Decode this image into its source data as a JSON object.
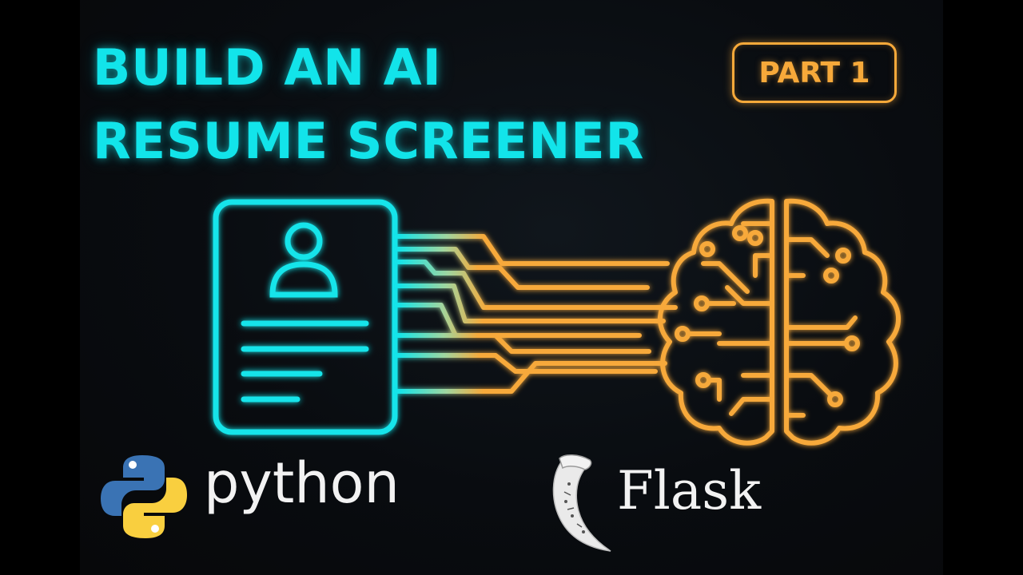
{
  "title": {
    "line1": "BUILD AN AI",
    "line2": "RESUME SCREENER"
  },
  "badge": {
    "label": "PART 1"
  },
  "logos": {
    "python_label": "python",
    "flask_label": "Flask"
  },
  "colors": {
    "accent_cyan": "#12e4ea",
    "accent_orange": "#f7a93a",
    "background": "#07080a",
    "text_white": "#f2f2f2",
    "python_blue": "#3a73b4",
    "python_yellow": "#f9cf3f"
  },
  "icons": [
    "resume-document-icon",
    "person-icon",
    "brain-circuit-icon",
    "python-logo-icon",
    "flask-horn-icon"
  ]
}
